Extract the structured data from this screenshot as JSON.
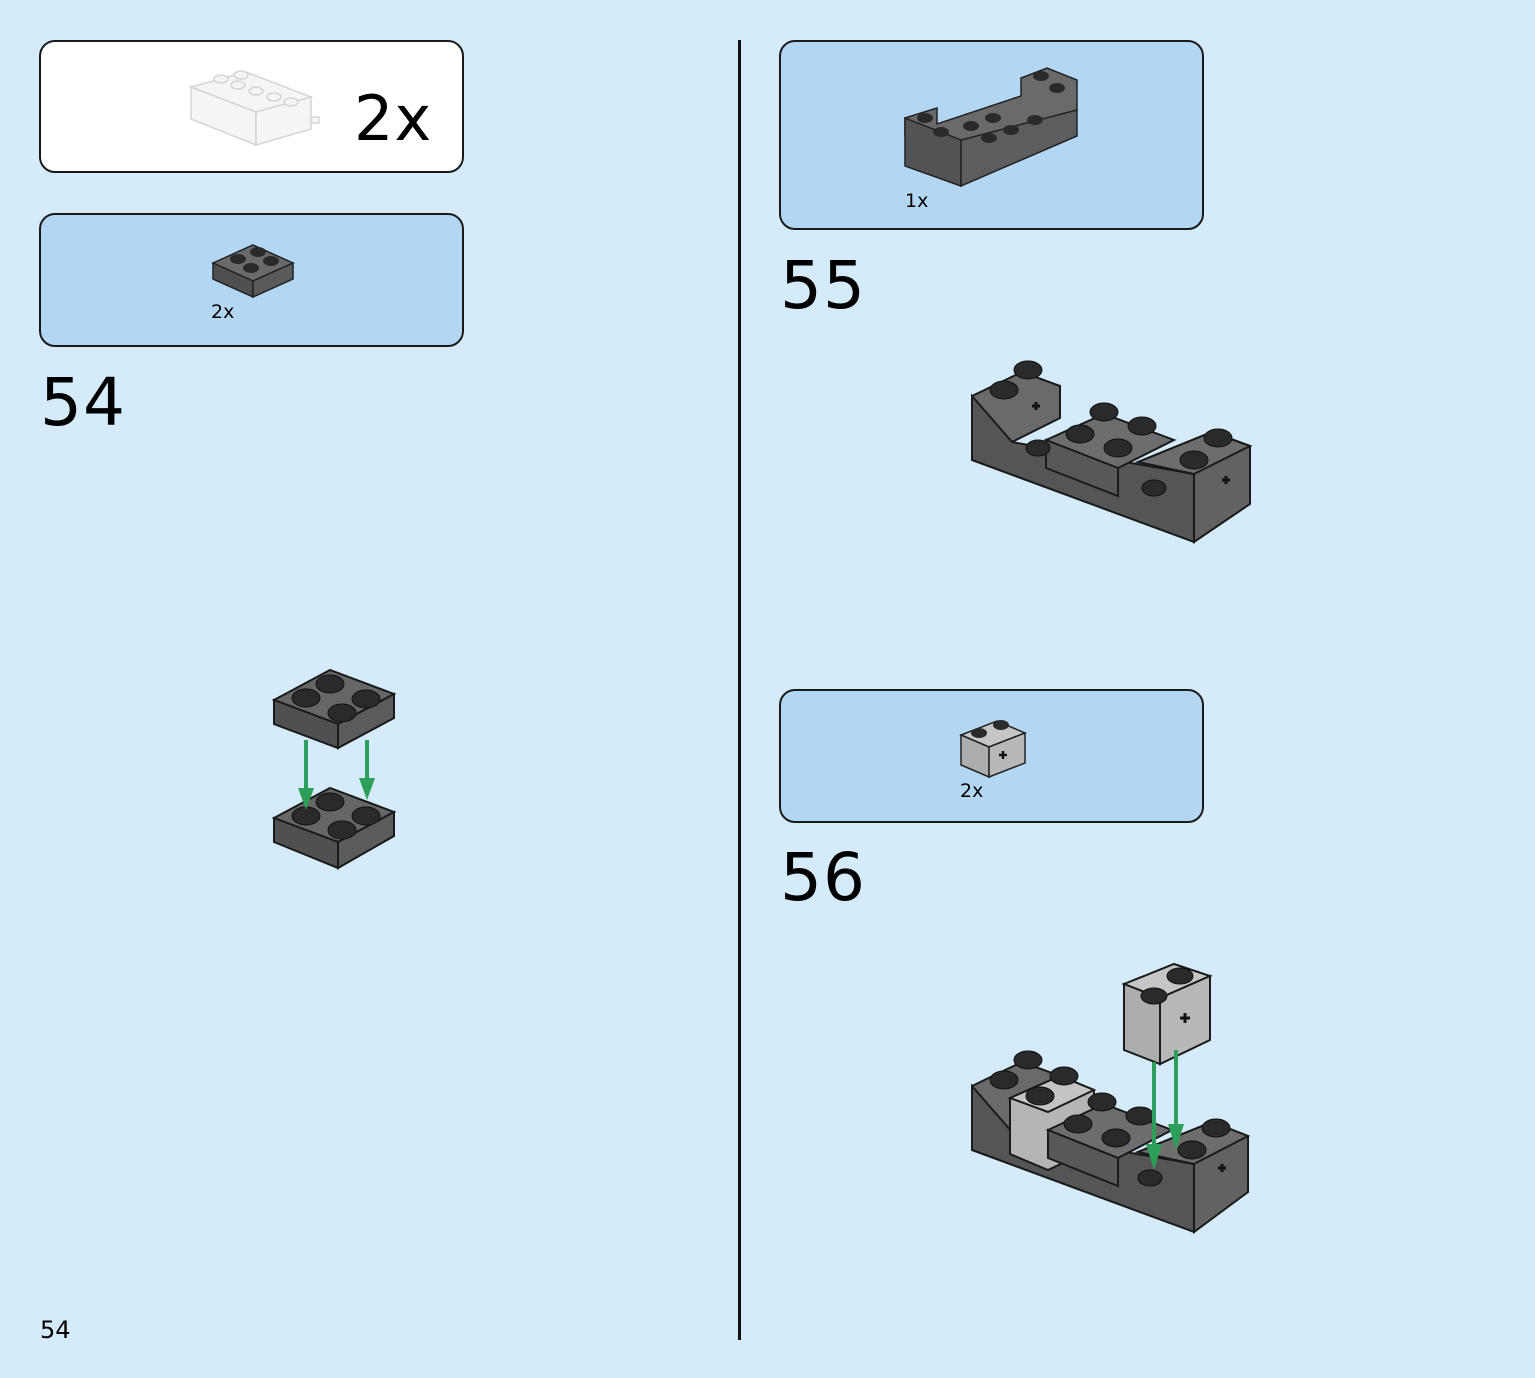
{
  "page": {
    "page_number": "54"
  },
  "submodel_callout": {
    "quantity": "2x"
  },
  "steps": [
    {
      "number": "54",
      "parts_quantity": "2x"
    },
    {
      "number": "55",
      "parts_quantity": "1x"
    },
    {
      "number": "56",
      "parts_quantity": "2x"
    }
  ],
  "colors": {
    "background": "#d3ebfa",
    "parts_panel": "#b3d7f3",
    "dark_bluish_gray": "#5c5c5c",
    "light_bluish_gray": "#a9a9a9",
    "arrow_green": "#2e9f5a"
  }
}
